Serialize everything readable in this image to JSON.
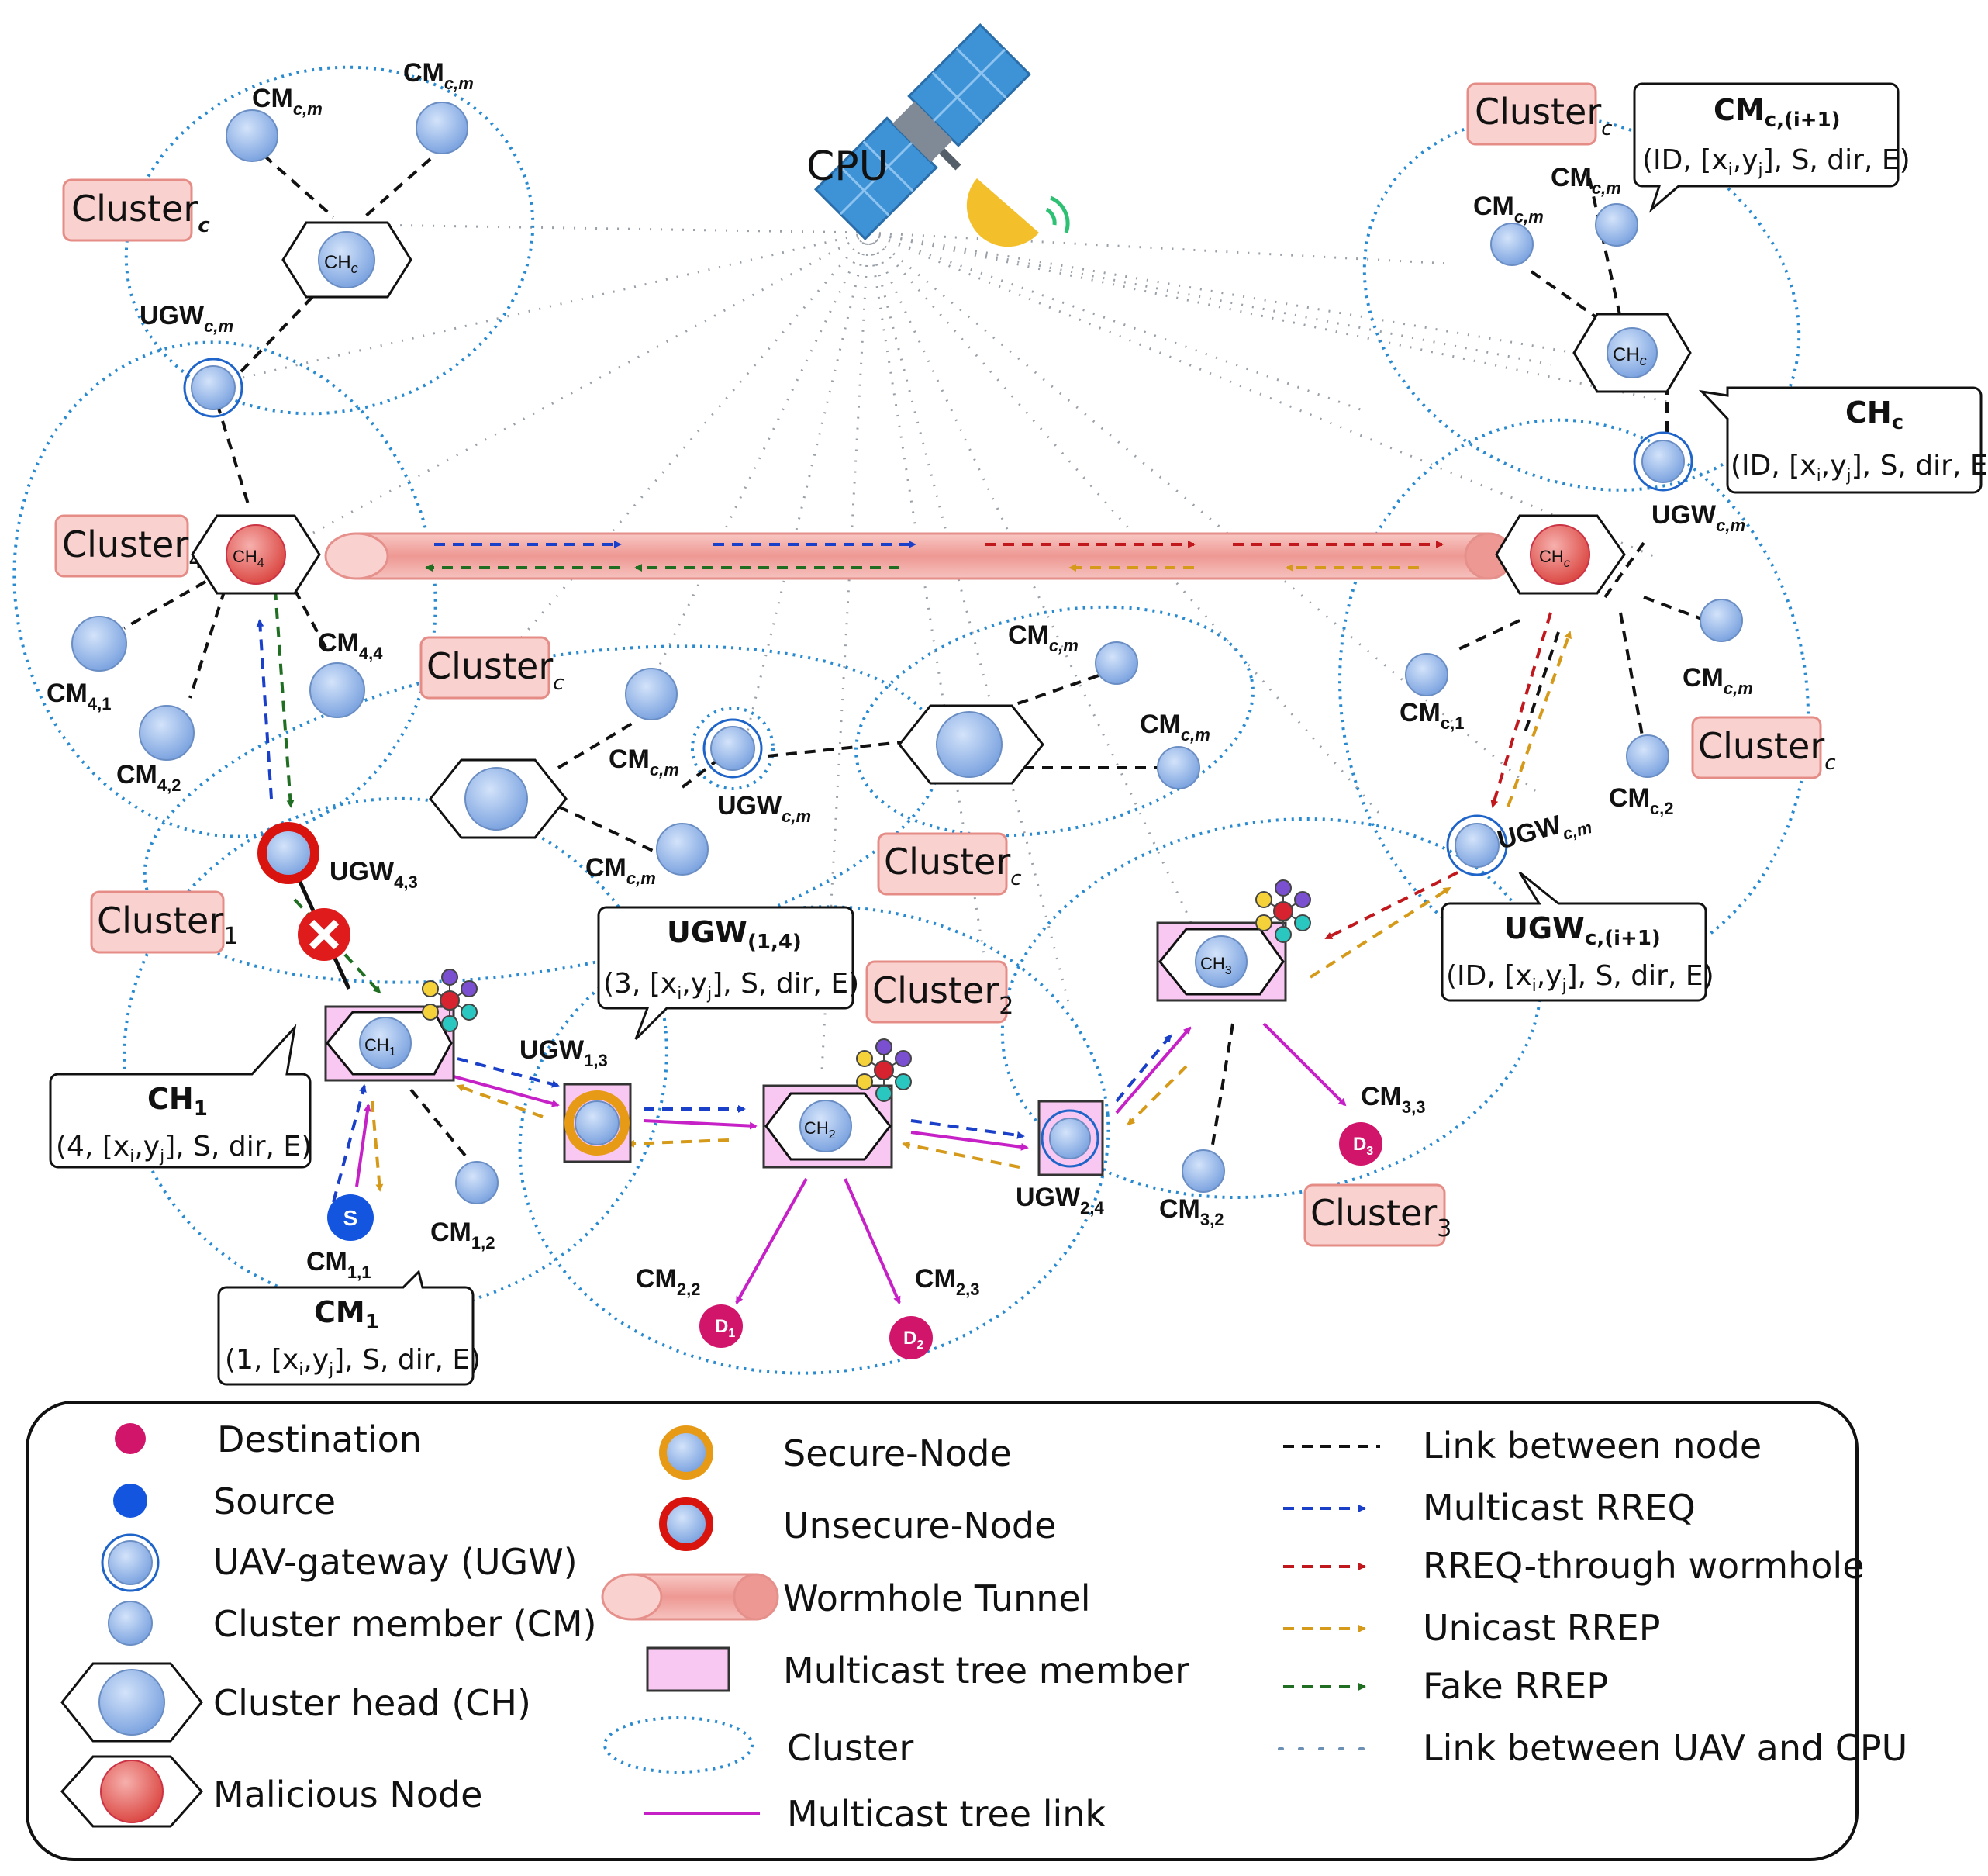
{
  "cpu_label": "CPU",
  "cluster_labels": {
    "c_top_left": "Cluster",
    "c_top_right": "Cluster",
    "c4": "Cluster",
    "c4_sub": "4",
    "c_mid": "Cluster",
    "c_mid2": "Cluster",
    "c_right": "Cluster",
    "c1": "Cluster",
    "c1_sub": "1",
    "c2": "Cluster",
    "c2_sub": "2",
    "c3": "Cluster",
    "c3_sub": "3",
    "sub_c": "c"
  },
  "node_labels": {
    "CH": "CH",
    "CM": "CM",
    "UGW": "UGW",
    "c": "c",
    "m": "m",
    "cm": "c,m",
    "ch4_sub": "4",
    "ch1_sub": "1",
    "ch2_sub": "2",
    "ch3_sub": "3",
    "cm41": "4,1",
    "cm42": "4,2",
    "cm44": "4,4",
    "ugw43": "4,3",
    "ugw13": "1,3",
    "ugw24": "2,4",
    "cm11": "1,1",
    "cm12": "1,2",
    "cm22": "2,2",
    "cm23": "2,3",
    "cm32": "3,2",
    "cm33": "3,3",
    "cmc1": "c,1",
    "cmc2": "c,2",
    "S": "S",
    "D": "D",
    "d1": "1",
    "d2": "2",
    "d3": "3"
  },
  "callouts": {
    "cmc_title": "CM",
    "cmc_title_sub": "c,(i+1)",
    "cmc_body": "(ID, [x",
    "ch_title": "CH",
    "ch_title_sub": "c",
    "ugw14_title": "UGW",
    "ugw14_title_sub": "(1,4)",
    "ugw14_body_pre": "(3, [x",
    "ch1_title": "CH",
    "ch1_title_sub": "1",
    "ch1_body_pre": "(4, [x",
    "cm1_title": "CM",
    "cm1_title_sub": "1",
    "cm1_body_pre": "(1, [x",
    "ugwc_title": "UGW",
    "ugwc_title_sub": "c,(i+1)",
    "body_tail": "], S, dir, E)",
    "xi": "i",
    "yi": "y",
    "yj": "j",
    "comma": ","
  },
  "legend": {
    "col1": [
      "Destination",
      "Source",
      "UAV-gateway (UGW)",
      "Cluster member (CM)",
      "Cluster head (CH)",
      "Malicious Node"
    ],
    "col2": [
      "Secure-Node",
      "Unsecure-Node",
      "Wormhole Tunnel",
      "Multicast tree member",
      "Cluster",
      "Multicast tree link"
    ],
    "col3": [
      "Link between node",
      "Multicast RREQ",
      "RREQ-through wormhole",
      "Unicast RREP",
      "Fake RREP",
      "Link between UAV and CPU"
    ]
  },
  "colors": {
    "cluster_outline": "#2a8ad0",
    "node_fill": "#9fc0ee",
    "malicious": "#e24b4b",
    "destination": "#d0156b",
    "source": "#1455e0",
    "secure_ring": "#e79a16",
    "unsecure_ring": "#d9140e",
    "tree_member": "#f9c8f2",
    "tree_link": "#c620c7",
    "multicast_rreq": "#1a3fc8",
    "rreq_wormhole": "#c0181c",
    "unicast_rrep": "#d59a1a",
    "fake_rrep": "#1f6e22",
    "wormhole_tunnel": "#f0a0a0"
  }
}
